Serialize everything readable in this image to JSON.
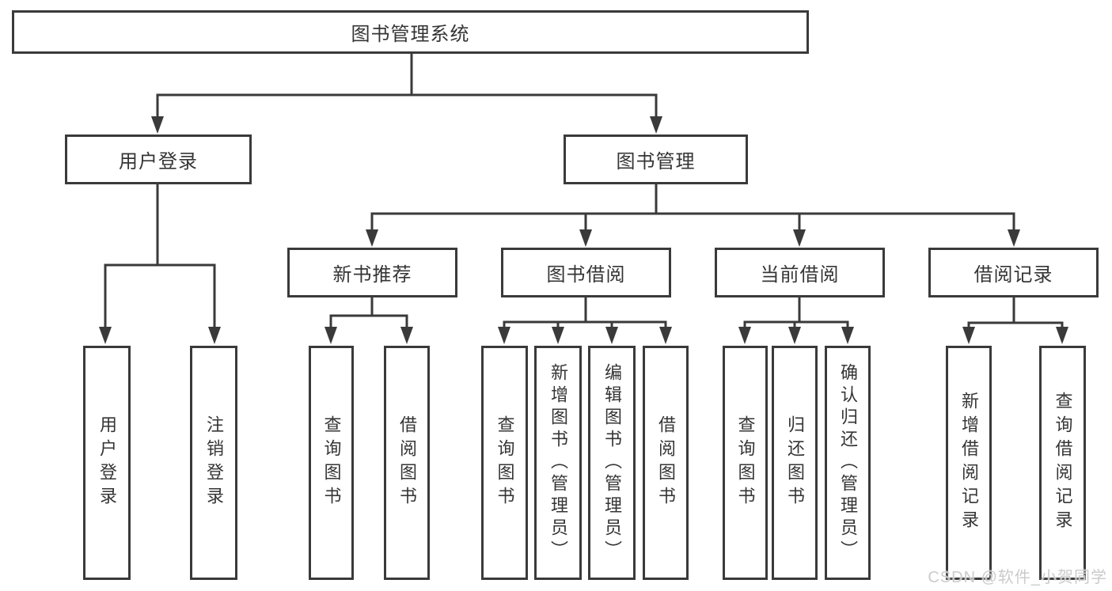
{
  "colors": {
    "line": "#3a3a3a",
    "text": "#353535",
    "watermark": "#cbcbcb",
    "background": "#ffffff"
  },
  "root": {
    "label": "图书管理系统"
  },
  "level2": [
    {
      "label": "用户登录"
    },
    {
      "label": "图书管理"
    }
  ],
  "level3": [
    {
      "label": "新书推荐",
      "parent": "图书管理"
    },
    {
      "label": "图书借阅",
      "parent": "图书管理"
    },
    {
      "label": "当前借阅",
      "parent": "图书管理"
    },
    {
      "label": "借阅记录",
      "parent": "图书管理"
    }
  ],
  "leaves": [
    {
      "label": "用户登录",
      "parent": "用户登录"
    },
    {
      "label": "注销登录",
      "parent": "用户登录"
    },
    {
      "label": "查询图书",
      "parent": "新书推荐"
    },
    {
      "label": "借阅图书",
      "parent": "新书推荐"
    },
    {
      "label": "查询图书",
      "parent": "图书借阅"
    },
    {
      "label": "新增图书（管理员）",
      "parent": "图书借阅"
    },
    {
      "label": "编辑图书（管理员）",
      "parent": "图书借阅"
    },
    {
      "label": "借阅图书",
      "parent": "图书借阅"
    },
    {
      "label": "查询图书",
      "parent": "当前借阅"
    },
    {
      "label": "归还图书",
      "parent": "当前借阅"
    },
    {
      "label": "确认归还（管理员）",
      "parent": "当前借阅"
    },
    {
      "label": "新增借阅记录",
      "parent": "借阅记录"
    },
    {
      "label": "查询借阅记录",
      "parent": "借阅记录"
    }
  ],
  "watermark": "CSDN @软件_小贺同学"
}
